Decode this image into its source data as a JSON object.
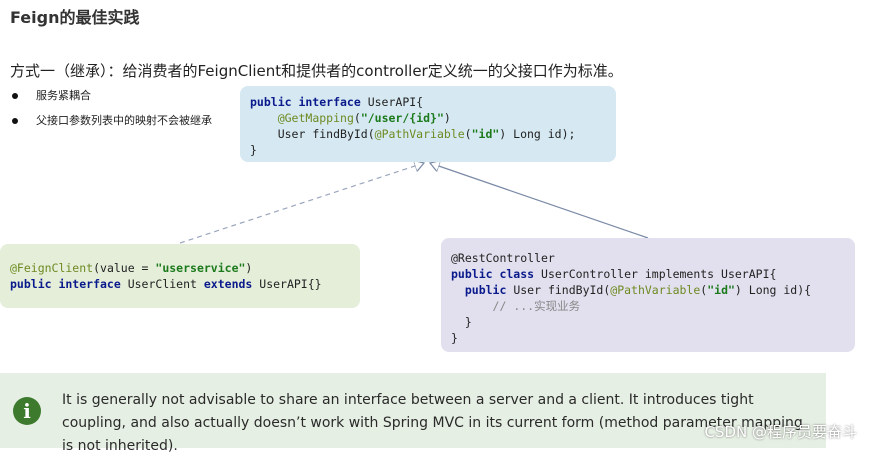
{
  "title": "Feign的最佳实践",
  "subtitle": "方式一（继承）：给消费者的FeignClient和提供者的controller定义统一的父接口作为标准。",
  "bullets": [
    "服务紧耦合",
    "父接口参数列表中的映射不会被继承"
  ],
  "api_code": {
    "l1_kw": "public interface",
    "l1_rest": " UserAPI{",
    "l2_annot": "@GetMapping",
    "l2_str": "\"/user/{id}\"",
    "l3_type": "User findById(",
    "l3_annot": "@PathVariable",
    "l3_str": "\"id\"",
    "l3_rest": ") Long id);",
    "l4": "}"
  },
  "client_code": {
    "l1_annot": "@FeignClient",
    "l1_param": "(value = ",
    "l1_str": "\"userservice\"",
    "l1_close": ")",
    "l2_kw1": "public interface",
    "l2_name": " UserClient ",
    "l2_kw2": "extends",
    "l2_rest": " UserAPI{}"
  },
  "controller_code": {
    "l1": "@RestController",
    "l2_kw": "public class",
    "l2_rest": " UserController implements UserAPI{",
    "l3_kw": "public",
    "l3_rest1": " User findById(",
    "l3_annot": "@PathVariable",
    "l3_str": "\"id\"",
    "l3_rest2": ") Long id){",
    "l4": "// ...实现业务",
    "l5": "}",
    "l6": "}"
  },
  "note": {
    "icon": "info-icon",
    "text": "It is generally not advisable to share an interface between a server and a client. It introduces tight coupling, and also actually doesn’t work with Spring MVC in its current form (method parameter mapping is not inherited)."
  },
  "watermark": "CSDN @程序员要奋斗",
  "colors": {
    "api_box": "#d6e9f2",
    "client_box": "#e4eed9",
    "controller_box": "#e2e0ee",
    "note_bg": "#e6efe3",
    "keyword": "#0a1a8c",
    "annotation": "#6e8a22",
    "string": "#1c7a1c",
    "info_icon": "#3e7a2e"
  }
}
